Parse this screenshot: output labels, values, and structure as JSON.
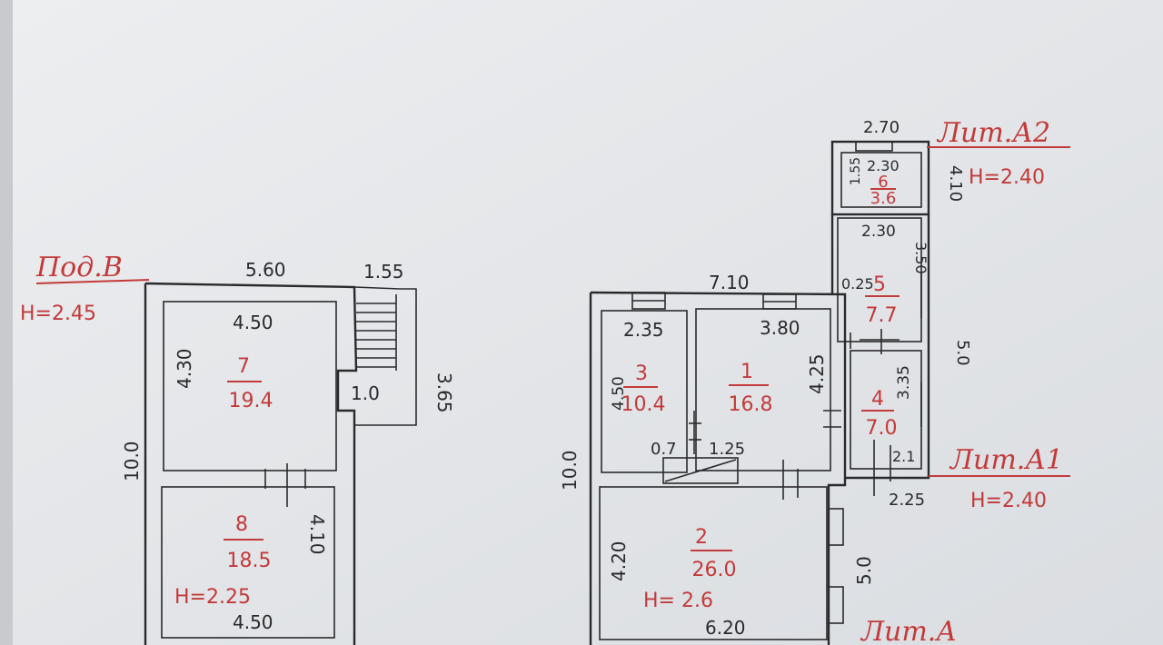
{
  "labels": {
    "podval": "Под.В",
    "lit_a2": "Лит.А2",
    "lit_a1": "Лит.А1",
    "lit_a": "Лит.А",
    "h_basement": "H=2.45",
    "h_a2": "H=2.40",
    "h_a1": "H=2.40",
    "h_room8": "H=2.25",
    "h_room2": "H= 2.6"
  },
  "dimensions": {
    "d560": "5.60",
    "d155": "1.55",
    "d450a": "4.50",
    "d430": "4.30",
    "d365": "3.65",
    "d10": "1.0",
    "d100a": "10.0",
    "d410a": "4.10",
    "d450b": "4.50",
    "d710": "7.10",
    "d235": "2.35",
    "d380": "3.80",
    "d450c": "4.50",
    "d425": "4.25",
    "d07": "0.7",
    "d125": "1.25",
    "d100b": "10.0",
    "d420": "4.20",
    "d620": "6.20",
    "d50a": "5.0",
    "d270": "2.70",
    "d230a": "2.30",
    "d155b": "1.55",
    "d410b": "4.10",
    "d230b": "2.30",
    "d350": "3.50",
    "d025": "0.25",
    "d50b": "5.0",
    "d335": "3.35",
    "d21": "2.1",
    "d225": "2.25"
  },
  "rooms": {
    "r7": {
      "num": "7",
      "area": "19.4"
    },
    "r8": {
      "num": "8",
      "area": "18.5"
    },
    "r3": {
      "num": "3",
      "area": "10.4"
    },
    "r1": {
      "num": "1",
      "area": "16.8"
    },
    "r2": {
      "num": "2",
      "area": "26.0"
    },
    "r6": {
      "num": "6",
      "area": "3.6"
    },
    "r5": {
      "num": "5",
      "area": "7.7"
    },
    "r4": {
      "num": "4",
      "area": "7.0"
    }
  }
}
